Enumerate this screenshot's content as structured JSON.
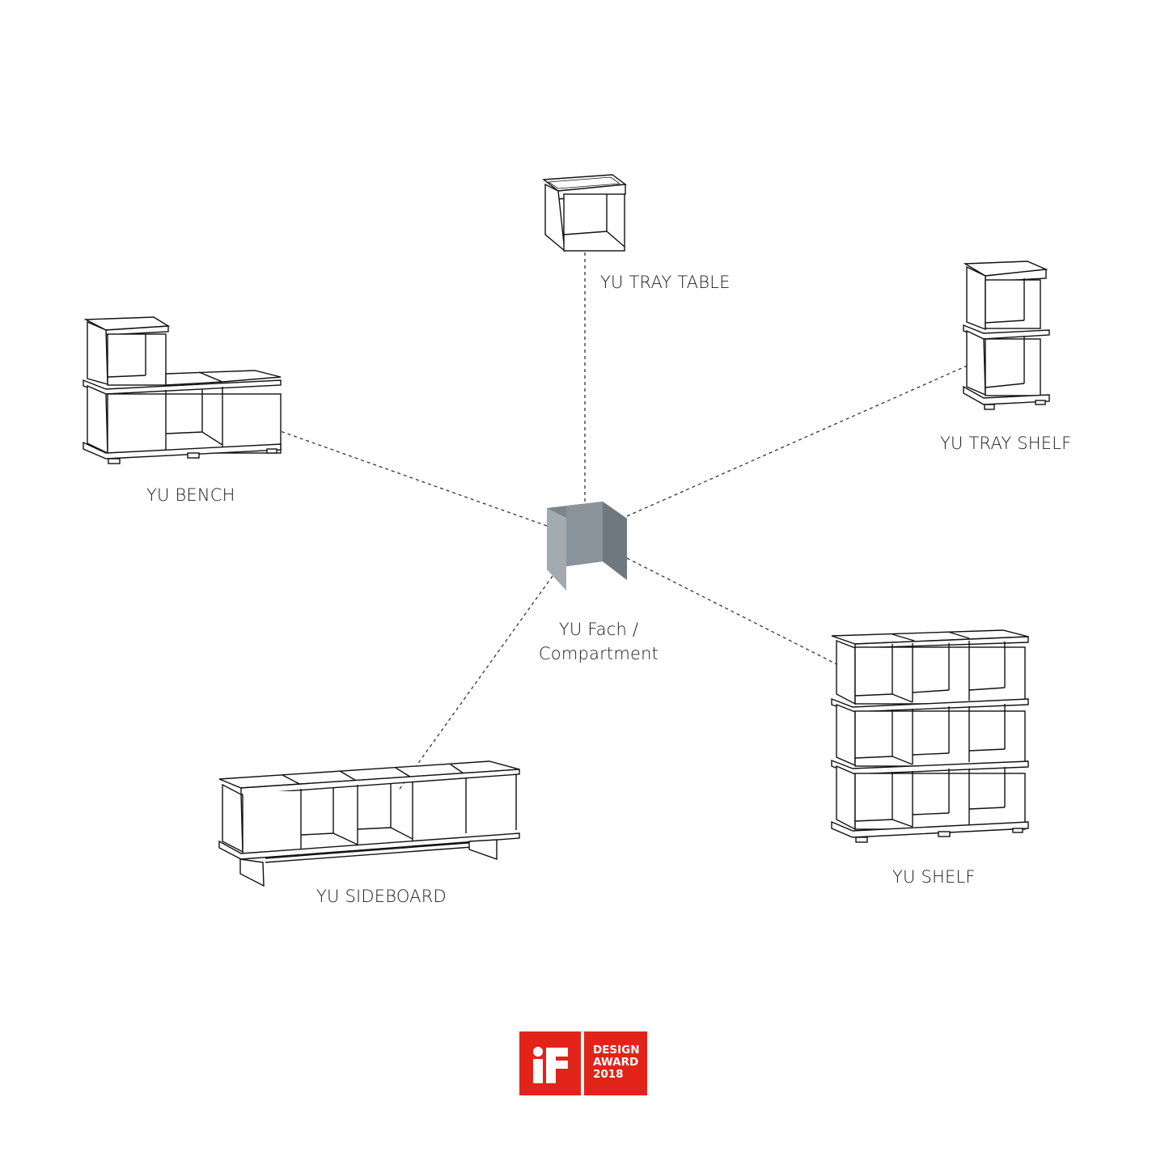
{
  "diagram": {
    "center": {
      "label_line1": "YU Fach /",
      "label_line2": "Compartment",
      "color": "#8c959b"
    },
    "products": [
      {
        "id": "tray-table",
        "label": "YU TRAY TABLE"
      },
      {
        "id": "tray-shelf",
        "label": "YU TRAY SHELF"
      },
      {
        "id": "bench",
        "label": "YU BENCH"
      },
      {
        "id": "sideboard",
        "label": "YU SIDEBOARD"
      },
      {
        "id": "shelf",
        "label": "YU SHELF"
      }
    ],
    "connector_style": "dashed",
    "line_color": "#222222"
  },
  "award": {
    "logo_text": "iF",
    "line1": "DESIGN",
    "line2": "AWARD",
    "line3": "2018",
    "color": "#e2231a"
  }
}
